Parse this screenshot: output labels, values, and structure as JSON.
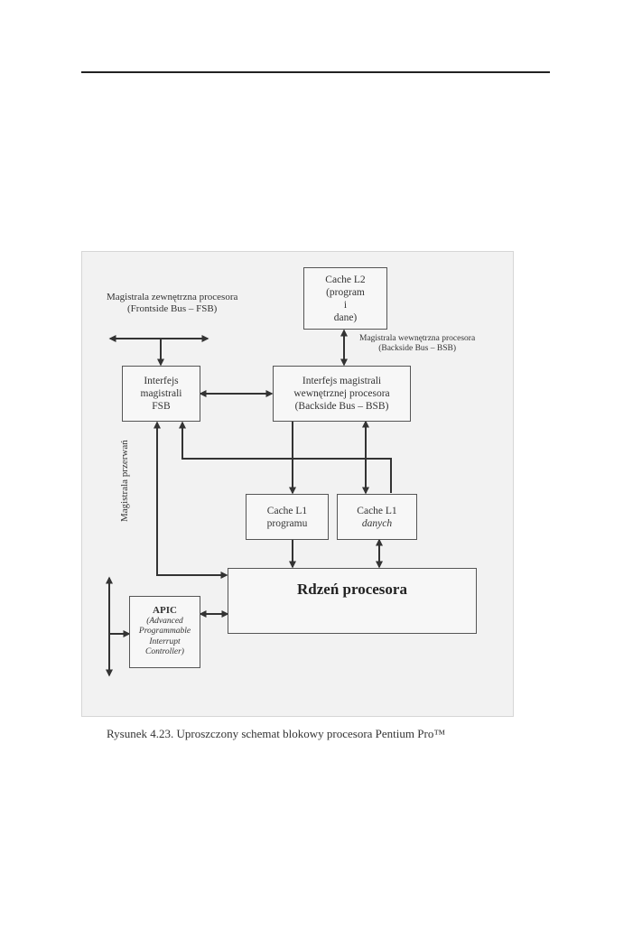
{
  "diagram": {
    "fsb_label": [
      "Magistrala zewnętrzna procesora",
      "(Frontside Bus – FSB)"
    ],
    "bsb_label": [
      "Magistrala wewnętrzna procesora",
      "(Backside Bus – BSB)"
    ],
    "interrupt_bus_label": "Magistrala przerwań",
    "cache_l2": [
      "Cache L2",
      "(program",
      "i",
      "dane)"
    ],
    "fsb_interface": [
      "Interfejs",
      "magistrali",
      "FSB"
    ],
    "bsb_interface": [
      "Interfejs magistrali",
      "wewnętrznej procesora",
      "(Backside Bus – BSB)"
    ],
    "cache_l1_program": [
      "Cache L1",
      "programu"
    ],
    "cache_l1_data": [
      "Cache L1",
      "danych"
    ],
    "core": "Rdzeń procesora",
    "apic": [
      "APIC",
      "(Advanced",
      "Programmable",
      "Interrupt",
      "Controller)"
    ]
  },
  "caption": "Rysunek 4.23. Uproszczony schemat blokowy procesora Pentium Pro™"
}
